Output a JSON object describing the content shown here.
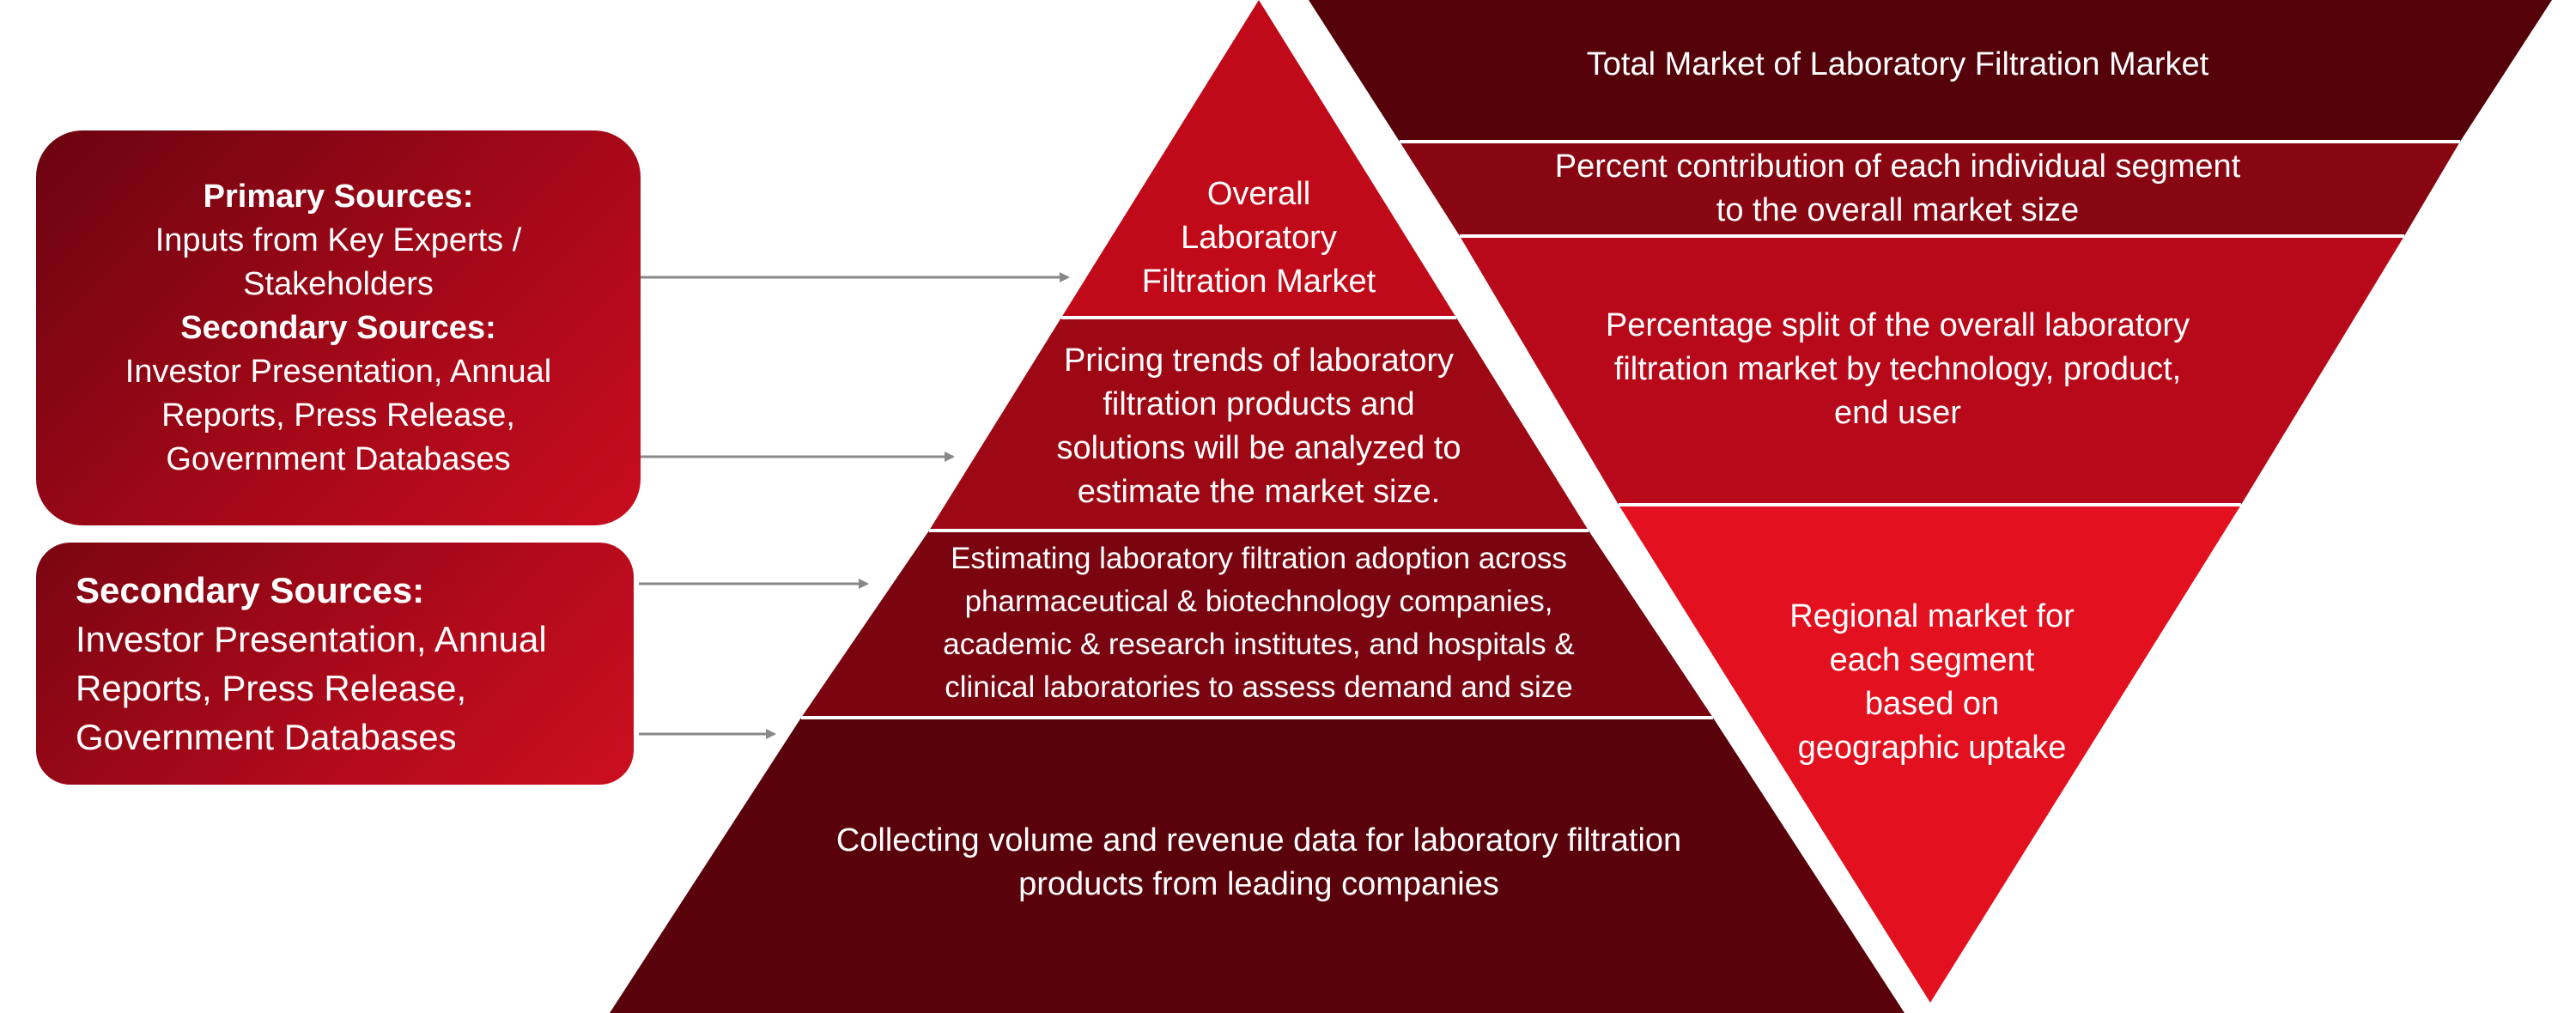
{
  "source_boxes": {
    "primary": {
      "primary_heading": "Primary Sources:",
      "primary_lines": [
        "Inputs from Key Experts /",
        "Stakeholders"
      ],
      "secondary_heading": "Secondary Sources:",
      "secondary_lines": [
        "Investor Presentation, Annual",
        "Reports, Press Release,",
        "Government Databases"
      ]
    },
    "secondary": {
      "heading": "Secondary Sources:",
      "lines": [
        "Investor Presentation, Annual",
        "Reports, Press Release,",
        "Government Databases"
      ]
    }
  },
  "pyramid": {
    "tier1": [
      "Overall",
      "Laboratory",
      "Filtration Market"
    ],
    "tier2": [
      "Pricing trends of laboratory",
      "filtration products and",
      "solutions will be analyzed to",
      "estimate the market size."
    ],
    "tier3": [
      "Estimating laboratory filtration adoption across",
      "pharmaceutical & biotechnology companies,",
      "academic & research institutes, and hospitals &",
      "clinical laboratories to assess demand and size"
    ],
    "tier4": [
      "Collecting volume and revenue data for laboratory filtration",
      "products from leading companies"
    ]
  },
  "inverted_pyramid": {
    "tier1": [
      "Total Market of Laboratory Filtration Market"
    ],
    "tier2": [
      "Percent contribution of each individual segment",
      "to the overall market size"
    ],
    "tier3": [
      "Percentage split of the overall laboratory",
      "filtration market by technology, product,",
      "end user"
    ],
    "tier4": [
      "Regional market for",
      "each segment",
      "based on",
      "geographic uptake"
    ]
  },
  "colors": {
    "pyramid_top": "#c00a1a",
    "pyramid_mid": "#9e0814",
    "pyramid_mid2": "#7a0510",
    "pyramid_base": "#5a020b",
    "inv_tier1": "#540109",
    "inv_tier2": "#880611",
    "inv_tier3": "#b8091a",
    "inv_tier4": "#e3111f",
    "arrow": "#888888"
  }
}
